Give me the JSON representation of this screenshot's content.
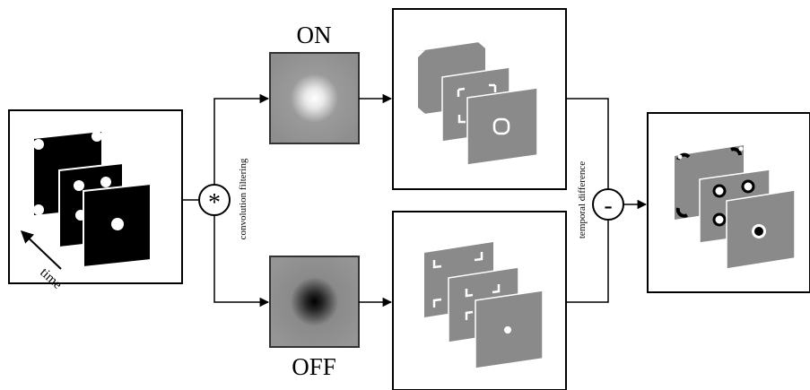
{
  "labels": {
    "on": "ON",
    "off": "OFF",
    "time": "time",
    "convolution": "convolution filtering",
    "temporal": "temporal difference",
    "convolve_symbol": "*",
    "minus_symbol": "-"
  },
  "colors": {
    "stroke": "#000000",
    "frame_gray": "#8a8a8a",
    "binary_black": "#000000",
    "background": "#ffffff"
  }
}
